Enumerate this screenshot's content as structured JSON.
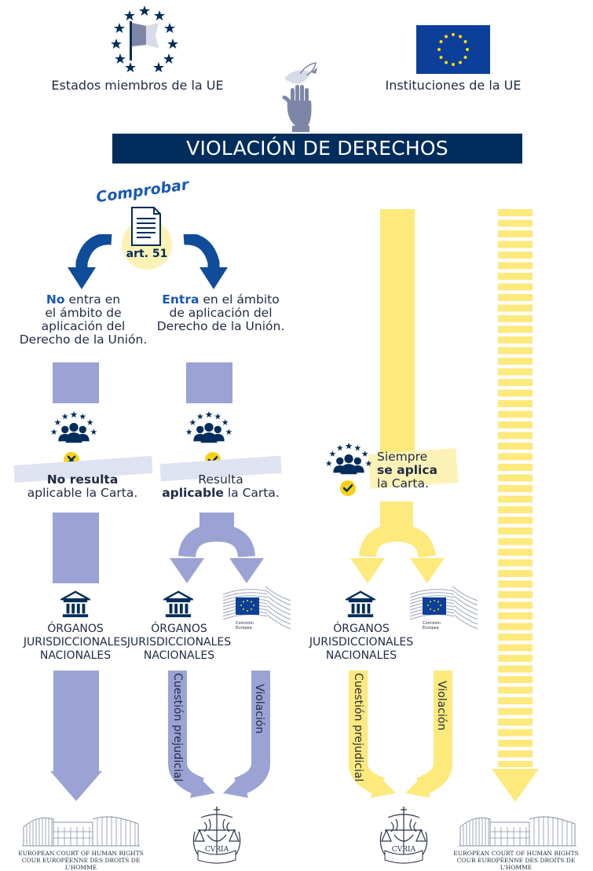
{
  "header": {
    "member_states_label": "Estados miembros de la UE",
    "institutions_label": "Instituciones de la UE",
    "title": "VIOLACIÓN DE DERECHOS FUNDAMENTALES"
  },
  "check": {
    "label": "Comprobar",
    "article": "art. 51"
  },
  "left_branch": {
    "line1_bold": "No",
    "line1_rest": " entra en",
    "line2": "el ámbito de",
    "line3": "aplicación del",
    "line4": "Derecho de la Unión."
  },
  "right_branch": {
    "line1_bold": "Entra",
    "line1_rest": " en el ámbito",
    "line2": "de aplicación del",
    "line3": "Derecho de la Unión."
  },
  "charter": {
    "not_applicable_bold": "No resulta",
    "not_applicable_rest": "aplicable la Carta.",
    "applicable_line1": "Resulta",
    "applicable_bold": "aplicable",
    "applicable_rest": " la Carta.",
    "always_line1": "Siempre",
    "always_bold": "se aplica",
    "always_line3": "la Carta."
  },
  "bodies": {
    "courts_line1": "ÓRGANOS",
    "courts_line2": "JURISDICCIONALES",
    "courts_line3": "NACIONALES",
    "commission_line1": "Comisión",
    "commission_line2": "Europea"
  },
  "paths": {
    "preliminary": "Cuestión prejudicial",
    "violation": "Violación"
  },
  "courts": {
    "echr_line1": "EUROPEAN COURT OF HUMAN RIGHTS",
    "echr_line2": "COUR EUROPÉENNE DES DROITS DE L'HOMME",
    "curia": "CVRIA"
  },
  "colors": {
    "navy": "#002d5b",
    "blue_arrow": "#0f4c99",
    "lavender": "#9aa3d3",
    "yellow": "#fde97c",
    "pale_yellow": "#fdf2b6",
    "eu_blue": "#0c3f99",
    "eu_gold": "#ffdd00"
  }
}
